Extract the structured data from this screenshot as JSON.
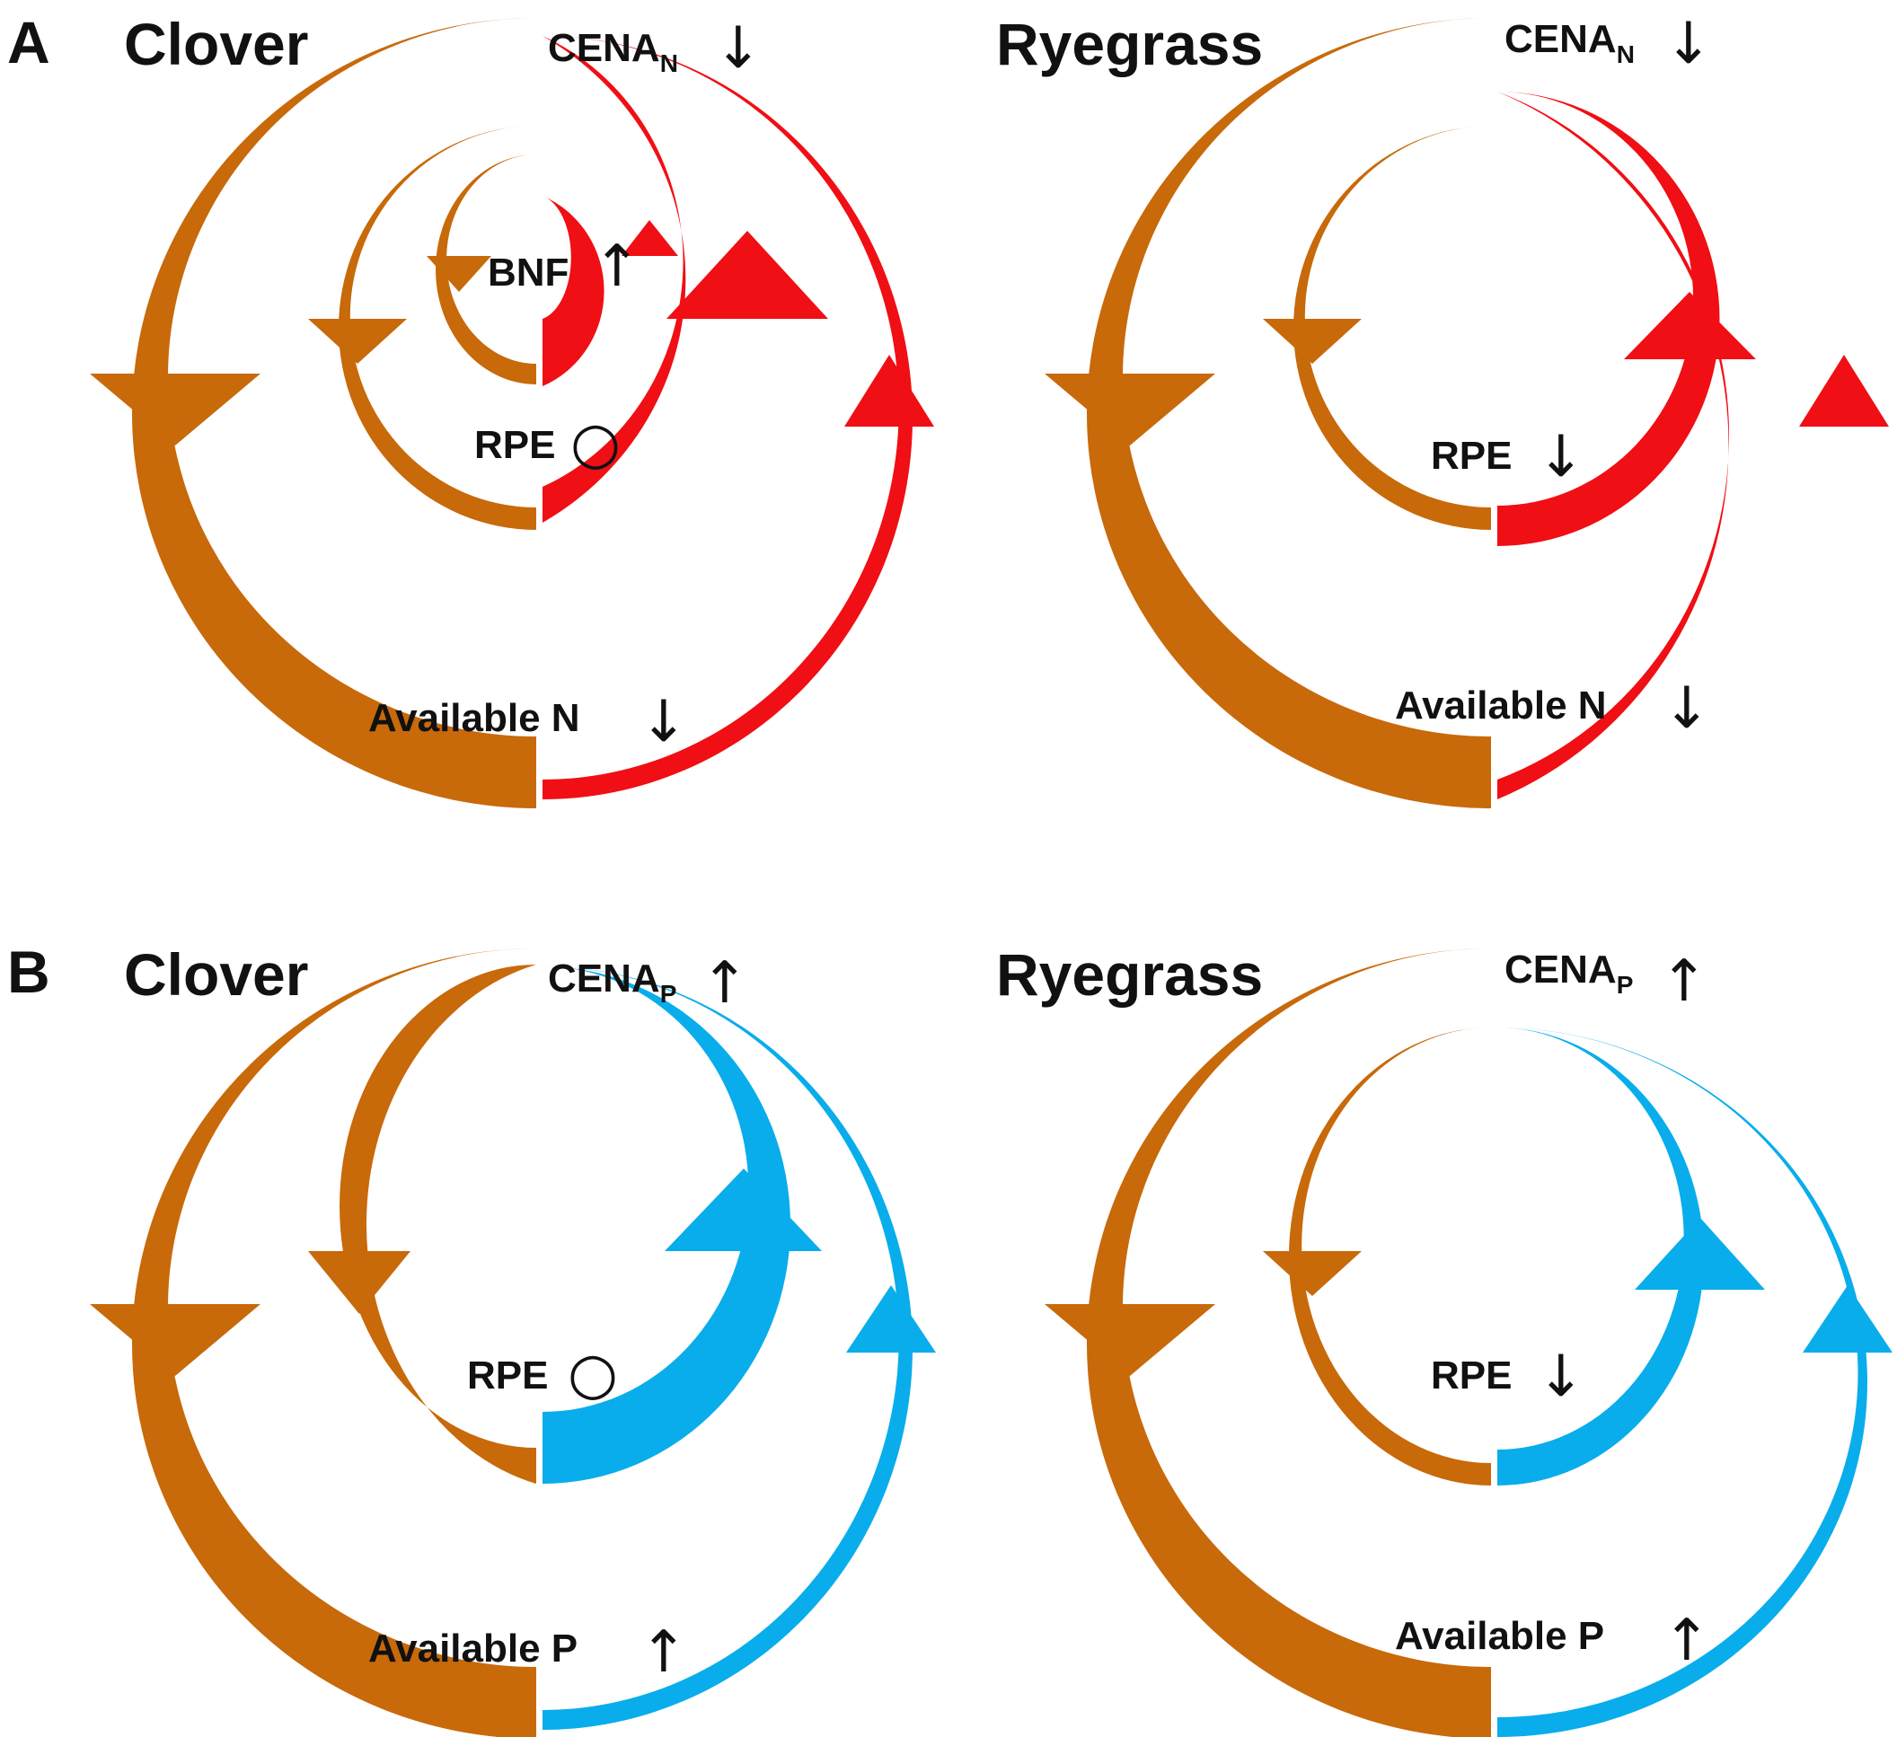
{
  "colors": {
    "brown": "#C8690A",
    "red": "#F00F14",
    "blue": "#09ADEB",
    "text": "#111111"
  },
  "panels": [
    {
      "letter": "A",
      "nutrient_color_key": "red",
      "diagrams": [
        {
          "title": "Clover",
          "cena": {
            "base": "CENA",
            "sub": "N",
            "trend_symbol": "↓",
            "trend": "down"
          },
          "bnf": {
            "label": "BNF",
            "trend_symbol": "↑",
            "trend": "up"
          },
          "rpe": {
            "label": "RPE",
            "trend_symbol": "○",
            "trend": "no change"
          },
          "available": {
            "label": "Available N",
            "trend_symbol": "↓",
            "trend": "down"
          }
        },
        {
          "title": "Ryegrass",
          "cena": {
            "base": "CENA",
            "sub": "N",
            "trend_symbol": "↓",
            "trend": "down"
          },
          "rpe": {
            "label": "RPE",
            "trend_symbol": "↓",
            "trend": "down"
          },
          "available": {
            "label": "Available N",
            "trend_symbol": "↓",
            "trend": "down"
          }
        }
      ]
    },
    {
      "letter": "B",
      "nutrient_color_key": "blue",
      "diagrams": [
        {
          "title": "Clover",
          "cena": {
            "base": "CENA",
            "sub": "P",
            "trend_symbol": "↑",
            "trend": "up"
          },
          "rpe": {
            "label": "RPE",
            "trend_symbol": "○",
            "trend": "no change"
          },
          "available": {
            "label": "Available P",
            "trend_symbol": "↑",
            "trend": "up"
          }
        },
        {
          "title": "Ryegrass",
          "cena": {
            "base": "CENA",
            "sub": "P",
            "trend_symbol": "↑",
            "trend": "up"
          },
          "rpe": {
            "label": "RPE",
            "trend_symbol": "↓",
            "trend": "down"
          },
          "available": {
            "label": "Available P",
            "trend_symbol": "↑",
            "trend": "up"
          }
        }
      ]
    }
  ]
}
